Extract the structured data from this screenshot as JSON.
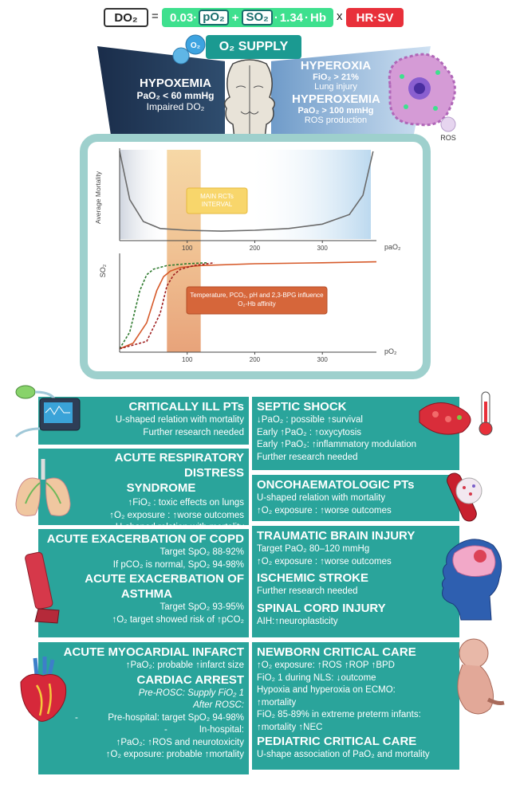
{
  "formula": {
    "do2": "DO₂",
    "equals": "=",
    "k1": "0.03",
    "po2": "pO₂",
    "plus": "+",
    "so2": "SO₂",
    "k2": "1.34",
    "hb": "Hb",
    "times": "x",
    "hrsv": "HR·SV",
    "dot": "·"
  },
  "header": {
    "supply": "O₂ SUPPLY",
    "o2_bubble": "O₂",
    "hypoxemia": "HYPOXEMIA",
    "hypoxemia_val": "PaO₂ < 60 mmHg",
    "hypoxemia_sub": "Impaired DO₂",
    "hyperoxia": "HYPEROXIA",
    "hyperoxia_val": "FiO₂ > 21%",
    "hyperoxia_sub": "Lung injury",
    "hyperoxemia": "HYPEROXEMIA",
    "hyperoxemia_val": "PaO₂ > 100 mmHg",
    "hyperoxemia_sub": "ROS production",
    "ros": "ROS"
  },
  "chart_data": [
    {
      "type": "line",
      "ylabel": "Average Mortality",
      "xlabel": "paO₂",
      "x_ticks": [
        100,
        200,
        300
      ],
      "xlim": [
        0,
        380
      ],
      "annotation": "MAIN RCTs INTERVAL",
      "shaded_interval": [
        70,
        120
      ],
      "series": [
        {
          "x": [
            0,
            15,
            35,
            60,
            100,
            150,
            200,
            250,
            300,
            340,
            360,
            375
          ],
          "y": [
            1.0,
            0.45,
            0.2,
            0.12,
            0.1,
            0.09,
            0.1,
            0.12,
            0.17,
            0.28,
            0.5,
            1.0
          ]
        }
      ]
    },
    {
      "type": "line",
      "ylabel": "SO₂",
      "xlabel": "pO₂",
      "x_ticks": [
        100,
        200,
        300
      ],
      "xlim": [
        0,
        380
      ],
      "annotation": "Temperature, PCO₂, pH and 2,3-BPG influence O₂-Hb affinity",
      "series": [
        {
          "x": [
            0,
            20,
            40,
            55,
            65,
            75,
            90,
            120,
            200,
            300,
            380
          ],
          "y": [
            0.02,
            0.08,
            0.3,
            0.65,
            0.8,
            0.86,
            0.9,
            0.92,
            0.94,
            0.95,
            0.96
          ]
        },
        {
          "x": [
            0,
            15,
            30,
            40,
            50,
            70,
            100,
            130
          ],
          "y": [
            0.02,
            0.2,
            0.65,
            0.82,
            0.88,
            0.92,
            0.94,
            0.95
          ]
        },
        {
          "x": [
            0,
            40,
            60,
            70,
            80,
            90,
            110,
            140
          ],
          "y": [
            0.02,
            0.1,
            0.4,
            0.7,
            0.82,
            0.88,
            0.92,
            0.95
          ]
        }
      ]
    }
  ],
  "cards": {
    "critically_ill": {
      "title": "CRITICALLY ILL PTs",
      "l1": "U-shaped relation with mortality",
      "l2": "Further research needed"
    },
    "ards": {
      "title1": "ACUTE RESPIRATORY DISTRESS",
      "title2": "SYNDROME",
      "l1": "↑FiO₂ : toxic effects on lungs",
      "l2": "↑O₂ exposure : ↑worse outcomes",
      "l3": "U-shaped relation with mortality"
    },
    "copd": {
      "title": "ACUTE EXACERBATION OF COPD",
      "l1": "Target SpO₂ 88-92%",
      "l2": "If pCO₂ is normal, SpO₂ 94-98%",
      "title2a": "ACUTE EXACERBATION OF",
      "title2b": "ASTHMA",
      "l3": "Target SpO₂ 93-95%",
      "l4": "↑O₂ target showed risk of ↑pCO₂"
    },
    "ami": {
      "title": "ACUTE MYOCARDIAL INFARCT",
      "l1": "↑PaO₂: probable ↑infarct size",
      "title2": "CARDIAC ARREST",
      "l2": "Pre-ROSC: Supply FiO₂ 1",
      "l3": "After ROSC:",
      "l4": "Pre-hospital: target SpO₂ 94-98%",
      "l5": "In-hospital:",
      "l6": "↑PaO₂: ↑ROS and neurotoxicity",
      "l7": "↑O₂ exposure: probable ↑mortality",
      "dash": "-"
    },
    "septic": {
      "title": "SEPTIC SHOCK",
      "l1": "↓PaO₂ : possible ↑survival",
      "l2": "Early ↑PaO₂ : ↑oxycytosis",
      "l3": "Early ↑PaO₂: ↑inflammatory modulation",
      "l4": "Further research needed"
    },
    "onco": {
      "title": "ONCOHAEMATOLOGIC PTs",
      "l1": "U-shaped relation with mortality",
      "l2": "↑O₂ exposure : ↑worse outcomes"
    },
    "tbi": {
      "title": "TRAUMATIC BRAIN INJURY",
      "l1": "Target PaO₂ 80–120 mmHg",
      "l2": "↑O₂ exposure : ↑worse outcomes",
      "title2": "ISCHEMIC STROKE",
      "l3": "Further research needed",
      "title3": "SPINAL CORD INJURY",
      "l4": "AIH:↑neuroplasticity"
    },
    "newborn": {
      "title": "NEWBORN CRITICAL CARE",
      "l1": "↑O₂ exposure: ↑ROS ↑ROP ↑BPD",
      "l2": "FiO₂ 1 during NLS: ↓outcome",
      "l3": "Hypoxia and hyperoxia on ECMO:",
      "l4": "↑mortality",
      "l5": "FiO₂ 85-89% in extreme preterm infants:",
      "l6": "↑mortality ↑NEC",
      "title2": "PEDIATRIC CRITICAL CARE",
      "l7": "U-shape association of PaO₂ and mortality"
    }
  },
  "colors": {
    "teal": "#2aa49b",
    "green": "#3ee08e",
    "red": "#e8303a",
    "navy": "#1a2d4a"
  }
}
